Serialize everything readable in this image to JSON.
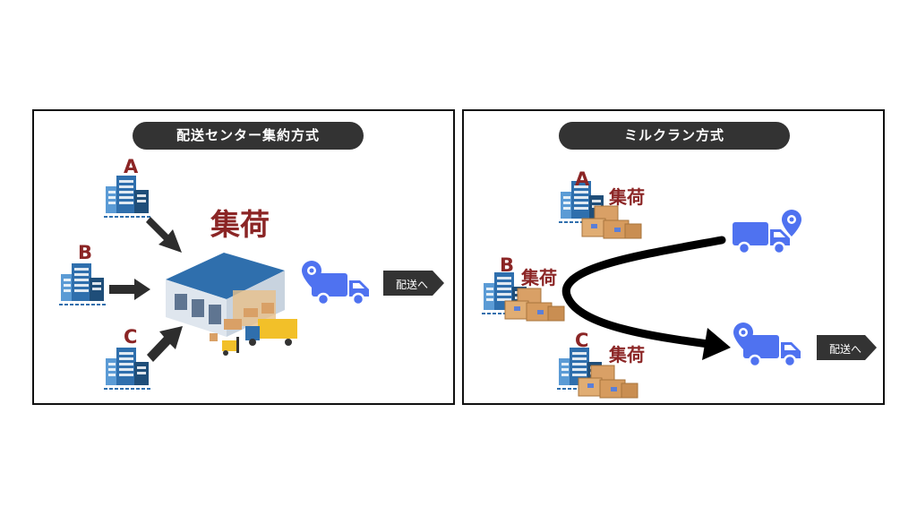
{
  "left": {
    "title": "配送センター集約方式",
    "shuka": "集荷",
    "letters": [
      "A",
      "B",
      "C"
    ],
    "delivery": "配送へ"
  },
  "right": {
    "title": "ミルクラン方式",
    "letters": [
      "A",
      "B",
      "C"
    ],
    "shuka_labels": [
      "集荷",
      "集荷",
      "集荷"
    ],
    "delivery": "配送へ"
  },
  "colors": {
    "pill": "#333333",
    "label_red": "#8b2525",
    "building_blue": "#2f6fad",
    "truck_blue": "#4f72f0",
    "box_tan": "#d9a066",
    "tag_dark": "#333333"
  },
  "icons": [
    "building-icon",
    "warehouse-icon",
    "truck-icon",
    "location-pin-icon",
    "cardboard-box-icon"
  ]
}
